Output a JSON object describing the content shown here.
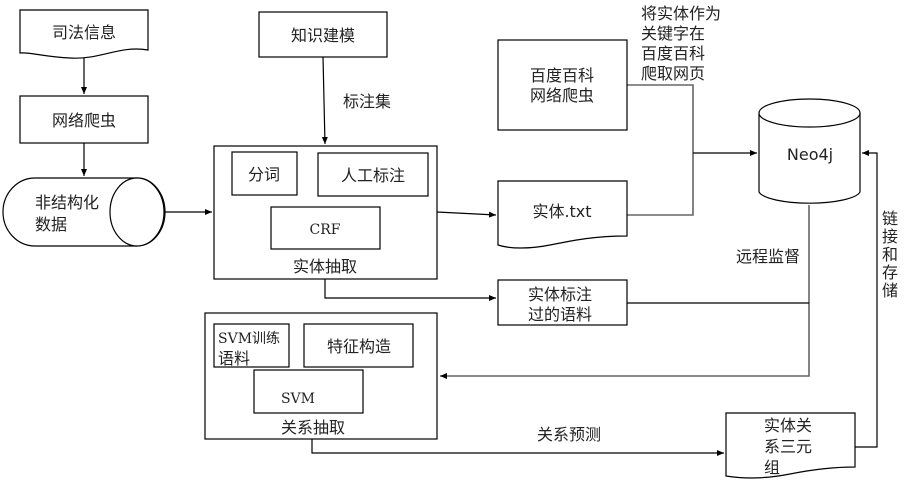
{
  "diagram": {
    "nodes": {
      "judicial_info": "司法信息",
      "web_crawler": "网络爬虫",
      "unstructured_data": [
        "非结构化",
        "数据"
      ],
      "knowledge_modeling": "知识建模",
      "entity_extraction": {
        "title": "实体抽取",
        "segmentation": "分词",
        "manual_annotation": "人工标注",
        "crf": "CRF"
      },
      "baidu_crawler": [
        "百度百科",
        "网络爬虫"
      ],
      "entity_txt": "实体.txt",
      "annotated_corpus": [
        "实体标注",
        "过的语料"
      ],
      "neo4j": "Neo4j",
      "relation_extraction": {
        "title": "关系抽取",
        "svm_training_corpus": [
          "SVM训练",
          "语料"
        ],
        "feature_construction": "特征构造",
        "svm": "SVM"
      },
      "triples": [
        "实体关",
        "系三元",
        "组"
      ]
    },
    "edge_labels": {
      "annotation_set": "标注集",
      "crawl_note": [
        "将实体作为",
        "关键字在",
        "百度百科",
        "爬取网页"
      ],
      "remote_supervision": "远程监督",
      "relation_prediction": "关系预测",
      "link_and_store": [
        "链",
        "接",
        "和",
        "存",
        "储"
      ]
    }
  }
}
